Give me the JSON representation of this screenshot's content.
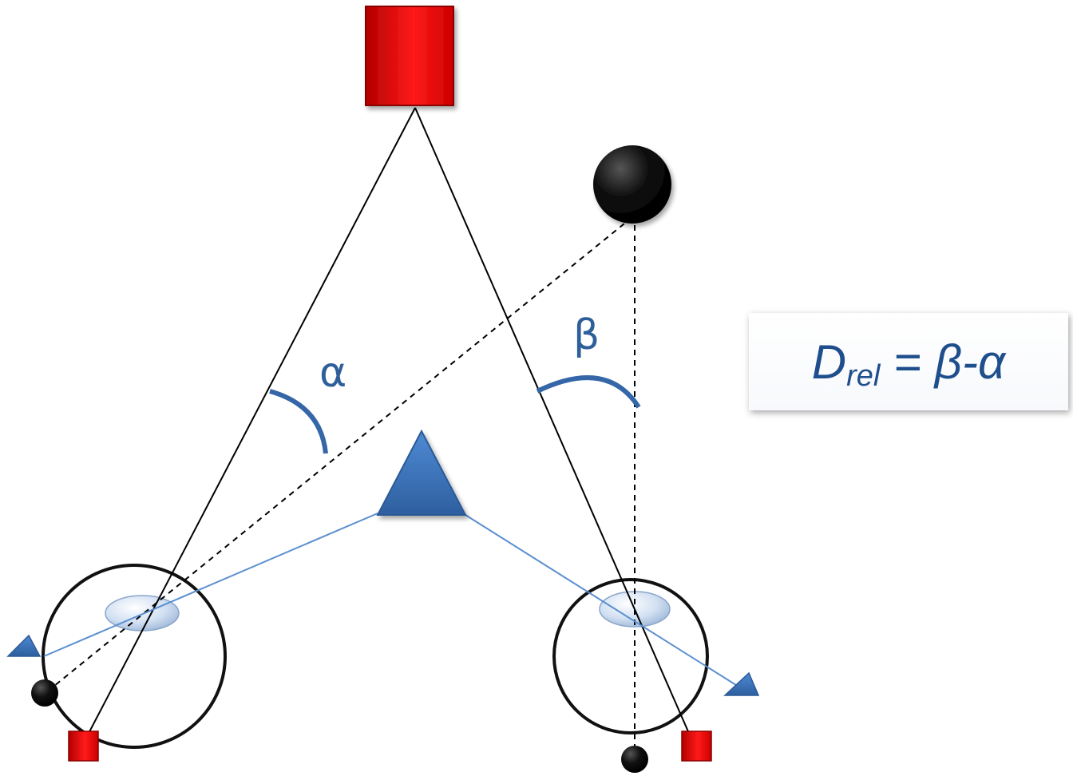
{
  "labels": {
    "alpha": "α",
    "beta": "β"
  },
  "formula": {
    "lhs_symbol": "D",
    "lhs_subscript": "rel",
    "equals": " = ",
    "rhs": "β-α"
  },
  "colors": {
    "square_red": "#e60000",
    "triangle_blue": "#3b74bd",
    "circle_black": "#000000",
    "arc_blue": "#3567a8",
    "text_blue": "#1f4e8c",
    "sight_line_blue": "#5a8fd0"
  },
  "elements": {
    "far_object": "red square",
    "fixation_object": "blue triangle",
    "near_object": "black circle",
    "eyes": [
      "left eye",
      "right eye"
    ]
  }
}
